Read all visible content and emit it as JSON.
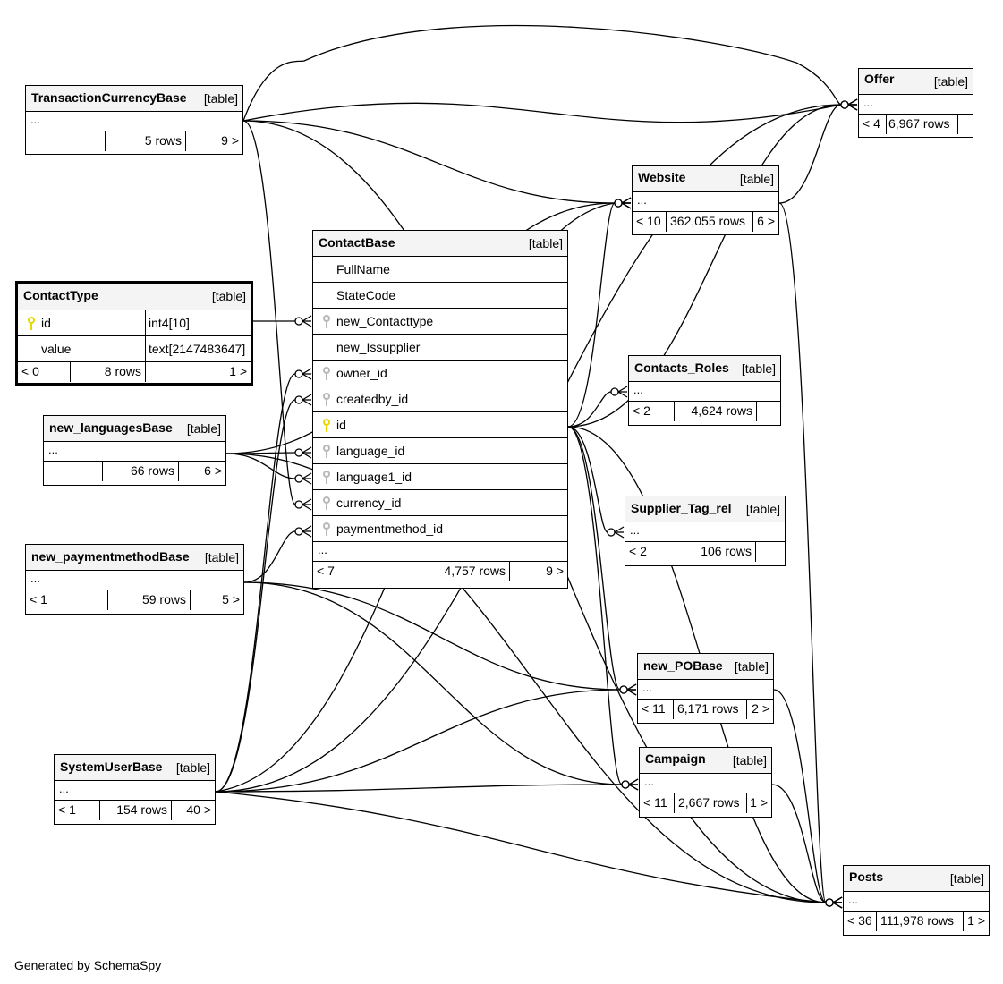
{
  "footer": "Generated by SchemaSpy",
  "tables": {
    "TransactionCurrencyBase": {
      "name": "TransactionCurrencyBase",
      "kind": "[table]",
      "ellipsis": "...",
      "parents": "",
      "rows": "5 rows",
      "children": "9 >"
    },
    "ContactType": {
      "name": "ContactType",
      "kind": "[table]",
      "columns": [
        {
          "name": "id",
          "type": "int4[10]",
          "key": "primary"
        },
        {
          "name": "value",
          "type": "text[2147483647]",
          "key": "none"
        }
      ],
      "parents": "< 0",
      "rows": "8 rows",
      "children": "1 >"
    },
    "new_languagesBase": {
      "name": "new_languagesBase",
      "kind": "[table]",
      "ellipsis": "...",
      "parents": "",
      "rows": "66 rows",
      "children": "6 >"
    },
    "new_paymentmethodBase": {
      "name": "new_paymentmethodBase",
      "kind": "[table]",
      "ellipsis": "...",
      "parents": "< 1",
      "rows": "59 rows",
      "children": "5 >"
    },
    "SystemUserBase": {
      "name": "SystemUserBase",
      "kind": "[table]",
      "ellipsis": "...",
      "parents": "< 1",
      "rows": "154 rows",
      "children": "40 >"
    },
    "ContactBase": {
      "name": "ContactBase",
      "kind": "[table]",
      "columns": [
        {
          "name": "FullName",
          "key": "none"
        },
        {
          "name": "StateCode",
          "key": "none"
        },
        {
          "name": "new_Contacttype",
          "key": "foreign"
        },
        {
          "name": "new_Issupplier",
          "key": "none"
        },
        {
          "name": "owner_id",
          "key": "foreign"
        },
        {
          "name": "createdby_id",
          "key": "foreign"
        },
        {
          "name": "id",
          "key": "primary"
        },
        {
          "name": "language_id",
          "key": "foreign"
        },
        {
          "name": "language1_id",
          "key": "foreign"
        },
        {
          "name": "currency_id",
          "key": "foreign"
        },
        {
          "name": "paymentmethod_id",
          "key": "foreign"
        }
      ],
      "ellipsis": "...",
      "parents": "< 7",
      "rows": "4,757 rows",
      "children": "9 >"
    },
    "Offer": {
      "name": "Offer",
      "kind": "[table]",
      "ellipsis": "...",
      "parents": "< 4",
      "rows": "6,967 rows",
      "children": ""
    },
    "Website": {
      "name": "Website",
      "kind": "[table]",
      "ellipsis": "...",
      "parents": "< 10",
      "rows": "362,055 rows",
      "children": "6 >"
    },
    "Contacts_Roles": {
      "name": "Contacts_Roles",
      "kind": "[table]",
      "ellipsis": "...",
      "parents": "< 2",
      "rows": "4,624 rows",
      "children": ""
    },
    "Supplier_Tag_rel": {
      "name": "Supplier_Tag_rel",
      "kind": "[table]",
      "ellipsis": "...",
      "parents": "< 2",
      "rows": "106 rows",
      "children": ""
    },
    "new_POBase": {
      "name": "new_POBase",
      "kind": "[table]",
      "ellipsis": "...",
      "parents": "< 11",
      "rows": "6,171 rows",
      "children": "2 >"
    },
    "Campaign": {
      "name": "Campaign",
      "kind": "[table]",
      "ellipsis": "...",
      "parents": "< 11",
      "rows": "2,667 rows",
      "children": "1 >"
    },
    "Posts": {
      "name": "Posts",
      "kind": "[table]",
      "ellipsis": "...",
      "parents": "< 36",
      "rows": "111,978 rows",
      "children": "1 >"
    }
  },
  "relationships": [
    {
      "from": "ContactType",
      "to": "ContactBase.new_Contacttype"
    },
    {
      "from": "SystemUserBase",
      "to": "ContactBase.owner_id"
    },
    {
      "from": "SystemUserBase",
      "to": "ContactBase.createdby_id"
    },
    {
      "from": "new_languagesBase",
      "to": "ContactBase.language_id"
    },
    {
      "from": "new_languagesBase",
      "to": "ContactBase.language1_id"
    },
    {
      "from": "TransactionCurrencyBase",
      "to": "ContactBase.currency_id"
    },
    {
      "from": "new_paymentmethodBase",
      "to": "ContactBase.paymentmethod_id"
    },
    {
      "from": "ContactBase",
      "to": "Offer"
    },
    {
      "from": "ContactBase",
      "to": "Website"
    },
    {
      "from": "ContactBase",
      "to": "Contacts_Roles"
    },
    {
      "from": "ContactBase",
      "to": "Supplier_Tag_rel"
    },
    {
      "from": "ContactBase",
      "to": "new_POBase"
    },
    {
      "from": "ContactBase",
      "to": "Campaign"
    },
    {
      "from": "ContactBase",
      "to": "Posts"
    },
    {
      "from": "TransactionCurrencyBase",
      "to": "Offer"
    },
    {
      "from": "TransactionCurrencyBase",
      "to": "Website"
    },
    {
      "from": "TransactionCurrencyBase",
      "to": "Posts"
    },
    {
      "from": "new_languagesBase",
      "to": "Website"
    },
    {
      "from": "new_languagesBase",
      "to": "Posts"
    },
    {
      "from": "new_paymentmethodBase",
      "to": "new_POBase"
    },
    {
      "from": "new_paymentmethodBase",
      "to": "Campaign"
    },
    {
      "from": "SystemUserBase",
      "to": "new_POBase"
    },
    {
      "from": "SystemUserBase",
      "to": "Campaign"
    },
    {
      "from": "SystemUserBase",
      "to": "Posts"
    },
    {
      "from": "SystemUserBase",
      "to": "Website"
    },
    {
      "from": "SystemUserBase",
      "to": "Offer"
    },
    {
      "from": "Website",
      "to": "Offer"
    },
    {
      "from": "Website",
      "to": "Posts"
    },
    {
      "from": "new_POBase",
      "to": "Posts"
    },
    {
      "from": "Campaign",
      "to": "Posts"
    }
  ]
}
